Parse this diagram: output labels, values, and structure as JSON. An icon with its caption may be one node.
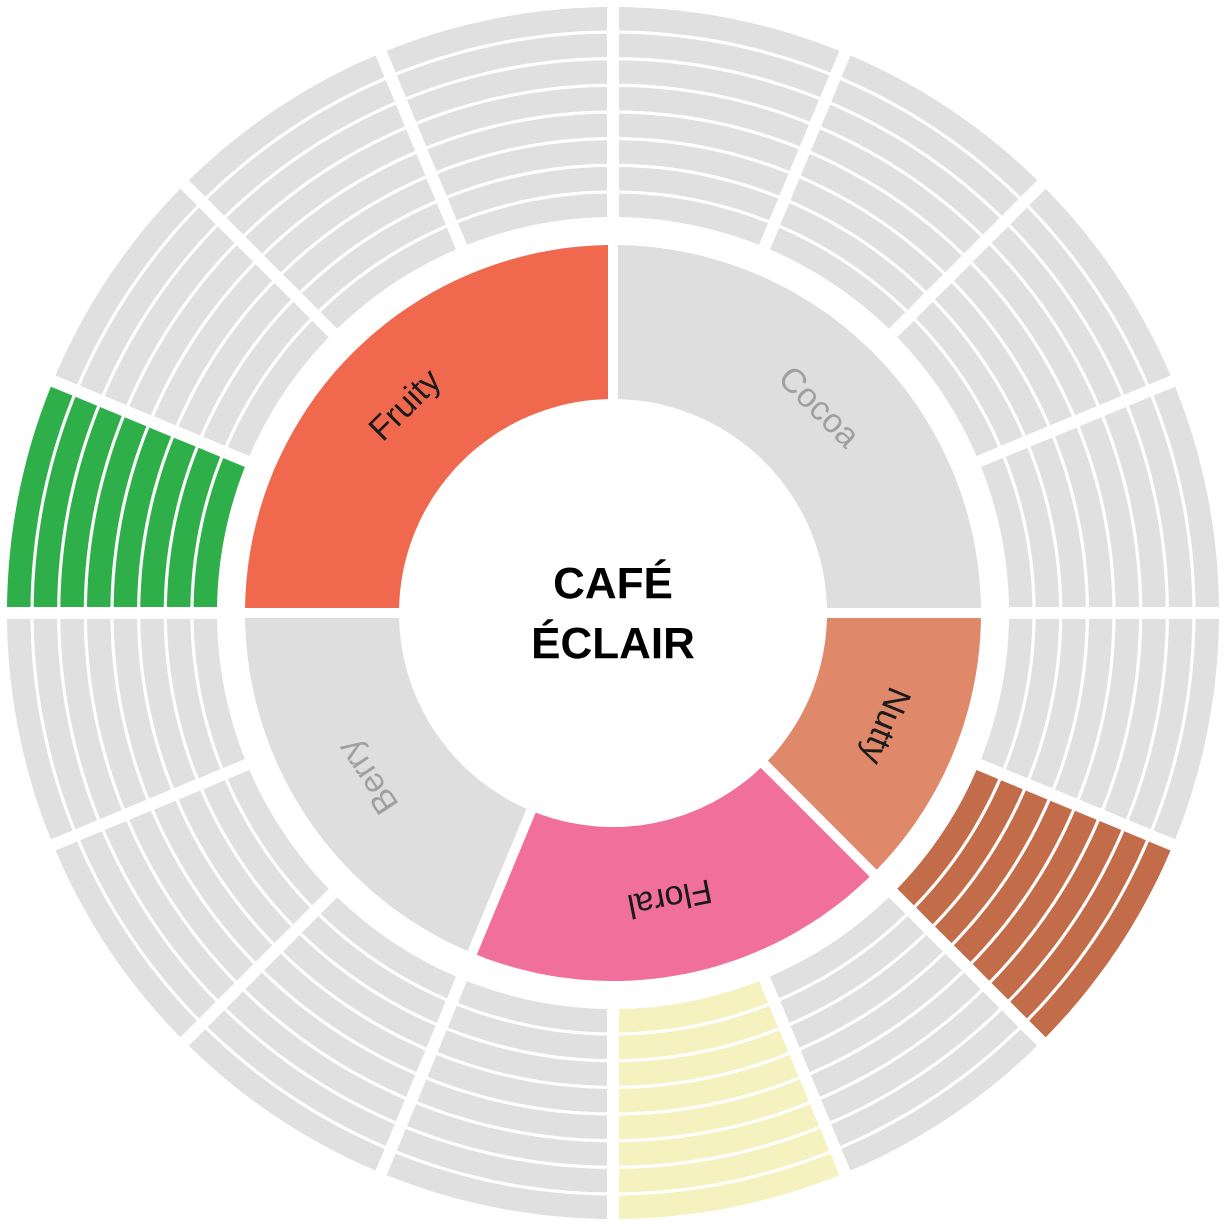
{
  "diagram": {
    "title": "CAFÉ ÉCLAIR",
    "nodes": [
      {
        "text": [
          "Fruity"
        ]
      },
      {
        "text": [
          "Cocoa"
        ]
      },
      {
        "text": [
          "Nutty"
        ]
      },
      {
        "text": [
          "Floral"
        ]
      },
      {
        "text": [
          "Berry"
        ]
      },
      {
        "text": [],
        "shape": "bar"
      },
      {
        "text": [],
        "shape": "bar"
      },
      {
        "text": [],
        "shape": "bar"
      },
      {
        "text": [],
        "shape": "bar"
      },
      {
        "text": [],
        "shape": "bar"
      },
      {
        "text": [],
        "shape": "bar"
      },
      {
        "text": [],
        "shape": "bar"
      },
      {
        "text": [],
        "shape": "bar"
      },
      {
        "text": [],
        "shape": "bar"
      },
      {
        "text": [],
        "shape": "bar"
      },
      {
        "text": [],
        "shape": "bar"
      },
      {
        "text": [],
        "shape": "bar"
      },
      {
        "text": [],
        "shape": "bar"
      },
      {
        "text": [],
        "shape": "bar"
      },
      {
        "text": [],
        "shape": "bar"
      },
      {
        "text": [],
        "shape": "bar"
      }
    ]
  }
}
